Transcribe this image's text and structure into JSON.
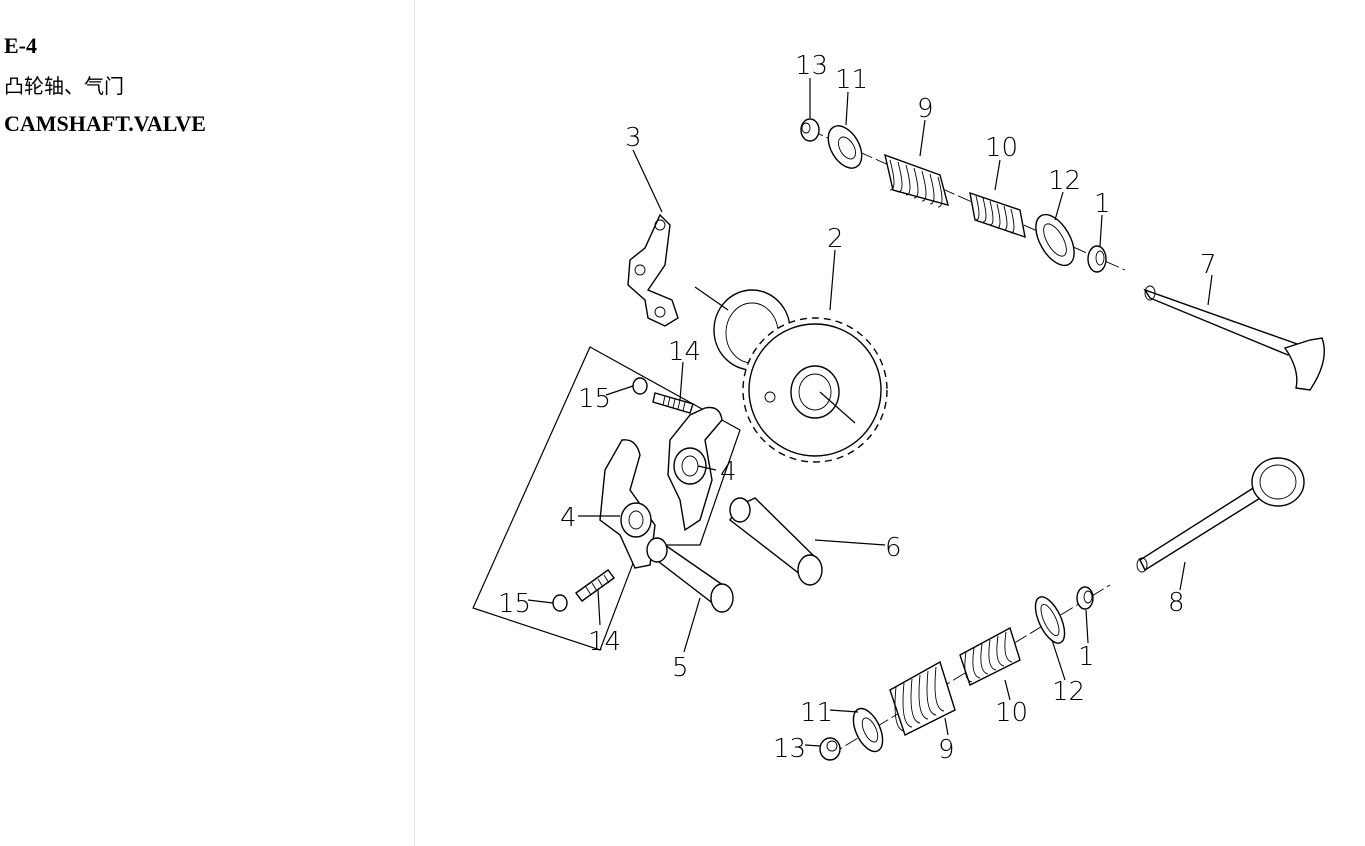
{
  "section": {
    "code": "E-4",
    "title_cn": "凸轮轴、气门",
    "title_en": "CAMSHAFT.VALVE"
  },
  "callouts": [
    {
      "id": "c13a",
      "text": "13"
    },
    {
      "id": "c11a",
      "text": "11"
    },
    {
      "id": "c9a",
      "text": "9"
    },
    {
      "id": "c10a",
      "text": "10"
    },
    {
      "id": "c12a",
      "text": "12"
    },
    {
      "id": "c1a",
      "text": "1"
    },
    {
      "id": "c3",
      "text": "3"
    },
    {
      "id": "c2",
      "text": "2"
    },
    {
      "id": "c7",
      "text": "7"
    },
    {
      "id": "c14a",
      "text": "14"
    },
    {
      "id": "c15a",
      "text": "15"
    },
    {
      "id": "c4a",
      "text": "4"
    },
    {
      "id": "c4b",
      "text": "4"
    },
    {
      "id": "c6",
      "text": "6"
    },
    {
      "id": "c8",
      "text": "8"
    },
    {
      "id": "c15b",
      "text": "15"
    },
    {
      "id": "c14b",
      "text": "14"
    },
    {
      "id": "c5",
      "text": "5"
    },
    {
      "id": "c1b",
      "text": "1"
    },
    {
      "id": "c12b",
      "text": "12"
    },
    {
      "id": "c10b",
      "text": "10"
    },
    {
      "id": "c11b",
      "text": "11"
    },
    {
      "id": "c13b",
      "text": "13"
    },
    {
      "id": "c9b",
      "text": "9"
    }
  ]
}
